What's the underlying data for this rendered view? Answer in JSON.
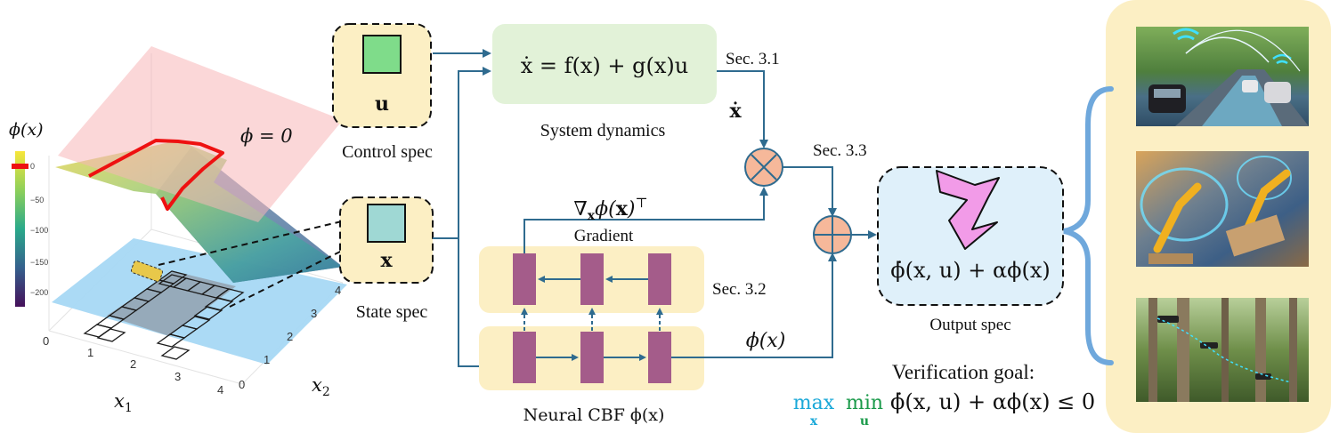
{
  "plot3d": {
    "zlabel": "ϕ(x)",
    "surface_label": "ϕ = 0",
    "colorbar_ticks": [
      "0",
      "−50",
      "−100",
      "−150",
      "−200"
    ],
    "x1_ticks": [
      "0",
      "1",
      "2",
      "3",
      "4"
    ],
    "x2_ticks": [
      "0",
      "1",
      "2",
      "3",
      "4"
    ],
    "x1_label": "x",
    "x1_sub": "1",
    "x2_label": "x",
    "x2_sub": "2"
  },
  "control_spec": {
    "symbol": "u",
    "caption": "Control spec",
    "color": "#7fdc8a"
  },
  "state_spec": {
    "symbol": "x",
    "caption": "State spec",
    "color": "#9fd8d4"
  },
  "dynamics": {
    "equation": "ẋ = f(x) + g(x)u",
    "caption": "System dynamics",
    "section": "Sec. 3.1"
  },
  "xdot_label": "ẋ",
  "gradient": {
    "symbol": "∇ϕ(x)⊤",
    "sub": "x",
    "caption": "Gradient"
  },
  "network": {
    "section": "Sec. 3.2",
    "caption": "Neural CBF ϕ(x)",
    "output_label": "ϕ(x)",
    "layer_color": "#a45c8a"
  },
  "sec33": "Sec. 3.3",
  "output_spec": {
    "expression": "ϕ̇(x, u) + αϕ(x)",
    "caption": "Output spec",
    "shape_color": "#f29be8"
  },
  "verification": {
    "title": "Verification goal:",
    "max": "max",
    "max_sub": "x",
    "min": "min",
    "min_sub": "u",
    "expression": "ϕ̇(x, u) + αϕ(x) ≤ 0",
    "max_color": "#1aa8d8",
    "min_color": "#1a9a4a"
  },
  "colors": {
    "arrow": "#2f6b8f",
    "panel": "#fcefc4",
    "bracket": "#6fa8dc",
    "op_fill": "#f6b89a"
  },
  "app_images": [
    "autonomous-driving-photo",
    "robot-arm-photo",
    "drone-forest-photo"
  ]
}
